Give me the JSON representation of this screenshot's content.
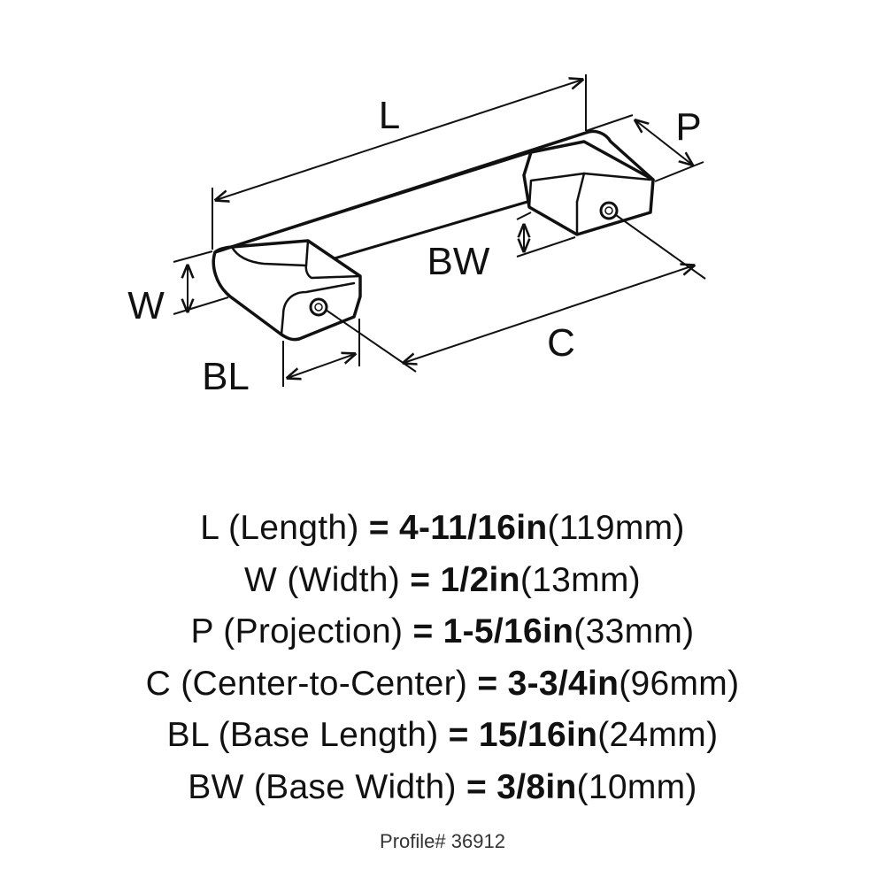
{
  "diagram": {
    "labels": {
      "L": "L",
      "P": "P",
      "W": "W",
      "BW": "BW",
      "BL": "BL",
      "C": "C"
    }
  },
  "specs": [
    {
      "abbr": "L",
      "name": "(Length)",
      "eq": "=",
      "value": "4-11/16in",
      "metric": "(119mm)"
    },
    {
      "abbr": "W",
      "name": "(Width)",
      "eq": "=",
      "value": "1/2in",
      "metric": "(13mm)"
    },
    {
      "abbr": "P",
      "name": "(Projection)",
      "eq": "=",
      "value": "1-5/16in",
      "metric": "(33mm)"
    },
    {
      "abbr": "C",
      "name": "(Center-to-Center)",
      "eq": "=",
      "value": "3-3/4in",
      "metric": "(96mm)"
    },
    {
      "abbr": "BL",
      "name": "(Base Length)",
      "eq": "=",
      "value": "15/16in",
      "metric": "(24mm)"
    },
    {
      "abbr": "BW",
      "name": "(Base Width)",
      "eq": "=",
      "value": "3/8in",
      "metric": "(10mm)"
    }
  ],
  "profile": "Profile# 36912"
}
